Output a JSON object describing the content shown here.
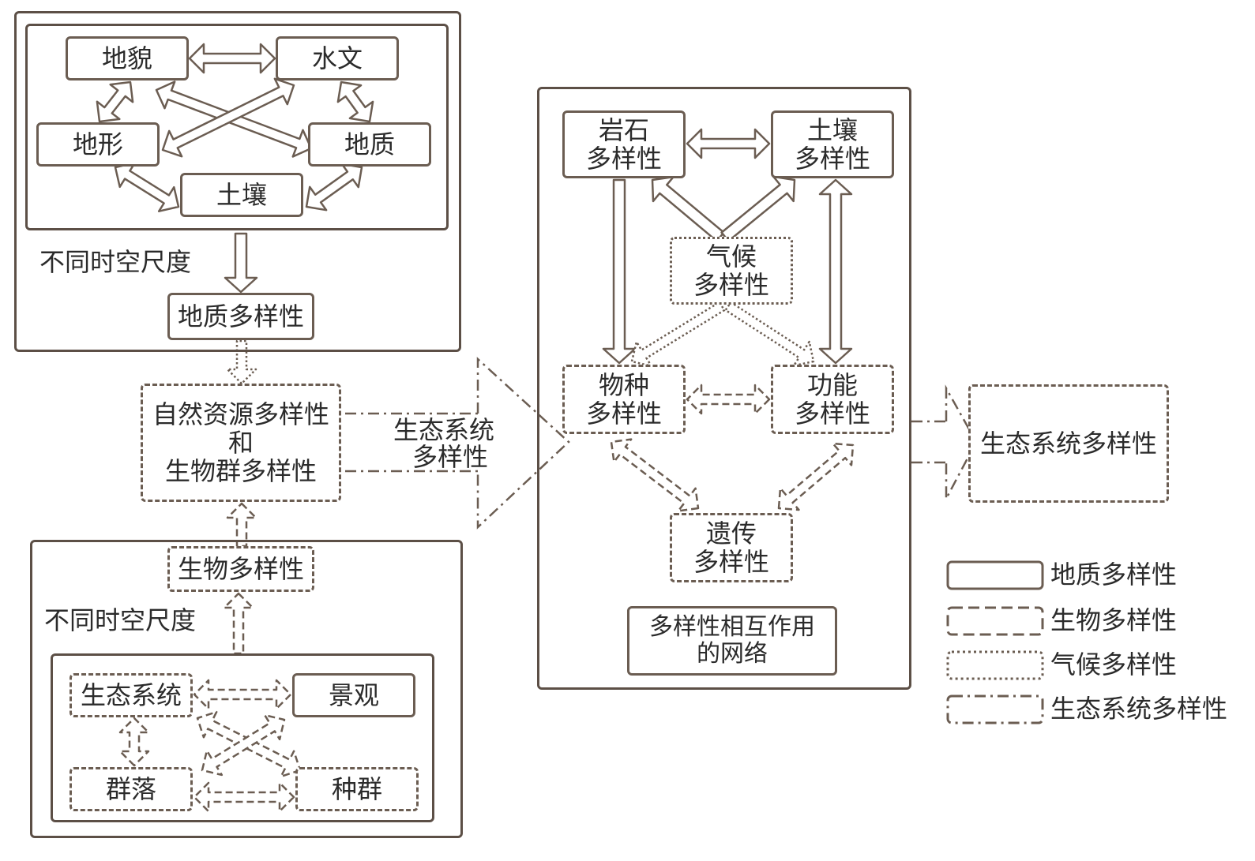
{
  "geo": {
    "landform": "地貌",
    "hydrology": "水文",
    "terrain": "地形",
    "geology": "地质",
    "soil": "土壤",
    "scale_label": "不同时空尺度",
    "output": "地质多样性"
  },
  "natural": {
    "line1": "自然资源多样性",
    "line2": "和",
    "line3": "生物群多样性"
  },
  "eco_arrow": {
    "line1": "生态系统",
    "line2": "多样性"
  },
  "bio": {
    "output": "生物多样性",
    "scale_label": "不同时空尺度",
    "ecosystem": "生态系统",
    "landscape": "景观",
    "community": "群落",
    "population": "种群"
  },
  "network": {
    "rock_1": "岩石",
    "rock_2": "多样性",
    "soil_1": "土壤",
    "soil_2": "多样性",
    "climate_1": "气候",
    "climate_2": "多样性",
    "species_1": "物种",
    "species_2": "多样性",
    "function_1": "功能",
    "function_2": "多样性",
    "genetic_1": "遗传",
    "genetic_2": "多样性",
    "title_1": "多样性相互作用",
    "title_2": "的网络"
  },
  "result": "生态系统多样性",
  "legend": [
    {
      "style": "solid",
      "label": "地质多样性"
    },
    {
      "style": "dashed",
      "label": "生物多样性"
    },
    {
      "style": "dotted",
      "label": "气候多样性"
    },
    {
      "style": "dashdot",
      "label": "生态系统多样性"
    }
  ],
  "colors": {
    "stroke": "#6b5d52",
    "frame": "#5c4f46",
    "text": "#2b2b2b"
  }
}
